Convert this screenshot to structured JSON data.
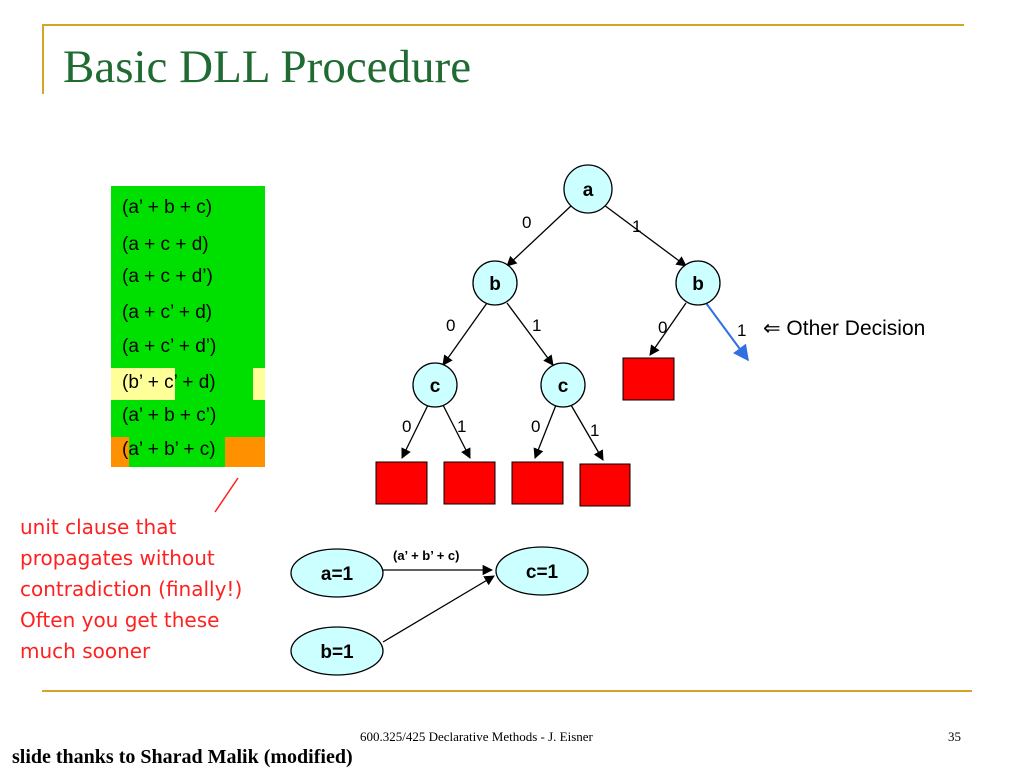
{
  "slide": {
    "title": "Basic DLL Procedure",
    "footer": "600.325/425 Declarative Methods - J. Eisner",
    "page_number": "35",
    "credit": "slide thanks to Sharad Malik (modified)"
  },
  "clauses": [
    {
      "text": "(a’ + b + c)",
      "status": "satisfied"
    },
    {
      "text": "(a + c + d)",
      "status": "satisfied"
    },
    {
      "text": "(a + c + d’)",
      "status": "satisfied"
    },
    {
      "text": "(a + c’ + d)",
      "status": "satisfied"
    },
    {
      "text": "(a + c’ + d’)",
      "status": "satisfied"
    },
    {
      "text": "(b’ + c’ + d)",
      "status": "unresolved"
    },
    {
      "text": "(a’ + b + c’)",
      "status": "satisfied"
    },
    {
      "text": "(a’ + b’ + c)",
      "status": "unit"
    }
  ],
  "annotation": {
    "lines": [
      "unit clause that",
      "propagates without",
      "contradiction (finally!)",
      "Often you get these",
      "much sooner"
    ]
  },
  "tree": {
    "nodes": {
      "root": "a",
      "left_b": "b",
      "right_b": "b",
      "left_c": "c",
      "right_c": "c"
    },
    "edge_labels": {
      "root_left": "0",
      "root_right": "1",
      "lb_left": "0",
      "lb_right": "1",
      "rb_left": "0",
      "rb_right": "1",
      "lc_left": "0",
      "lc_right": "1",
      "rc_left": "0",
      "rc_right": "1"
    },
    "other_decision": "⇐ Other Decision"
  },
  "implication_graph": {
    "nodes": {
      "a": "a=1",
      "b": "b=1",
      "c": "c=1"
    },
    "edge_label": "(a’ + b’ + c)"
  },
  "colors": {
    "green": "#00e000",
    "yellow": "#ffff99",
    "orange": "#ff9000",
    "red": "#ff0000",
    "node_fill": "#ccffff",
    "blue_edge": "#3070e0",
    "annotation": "#ff2020",
    "title": "#1f6b32",
    "frame": "#d4a52a"
  }
}
